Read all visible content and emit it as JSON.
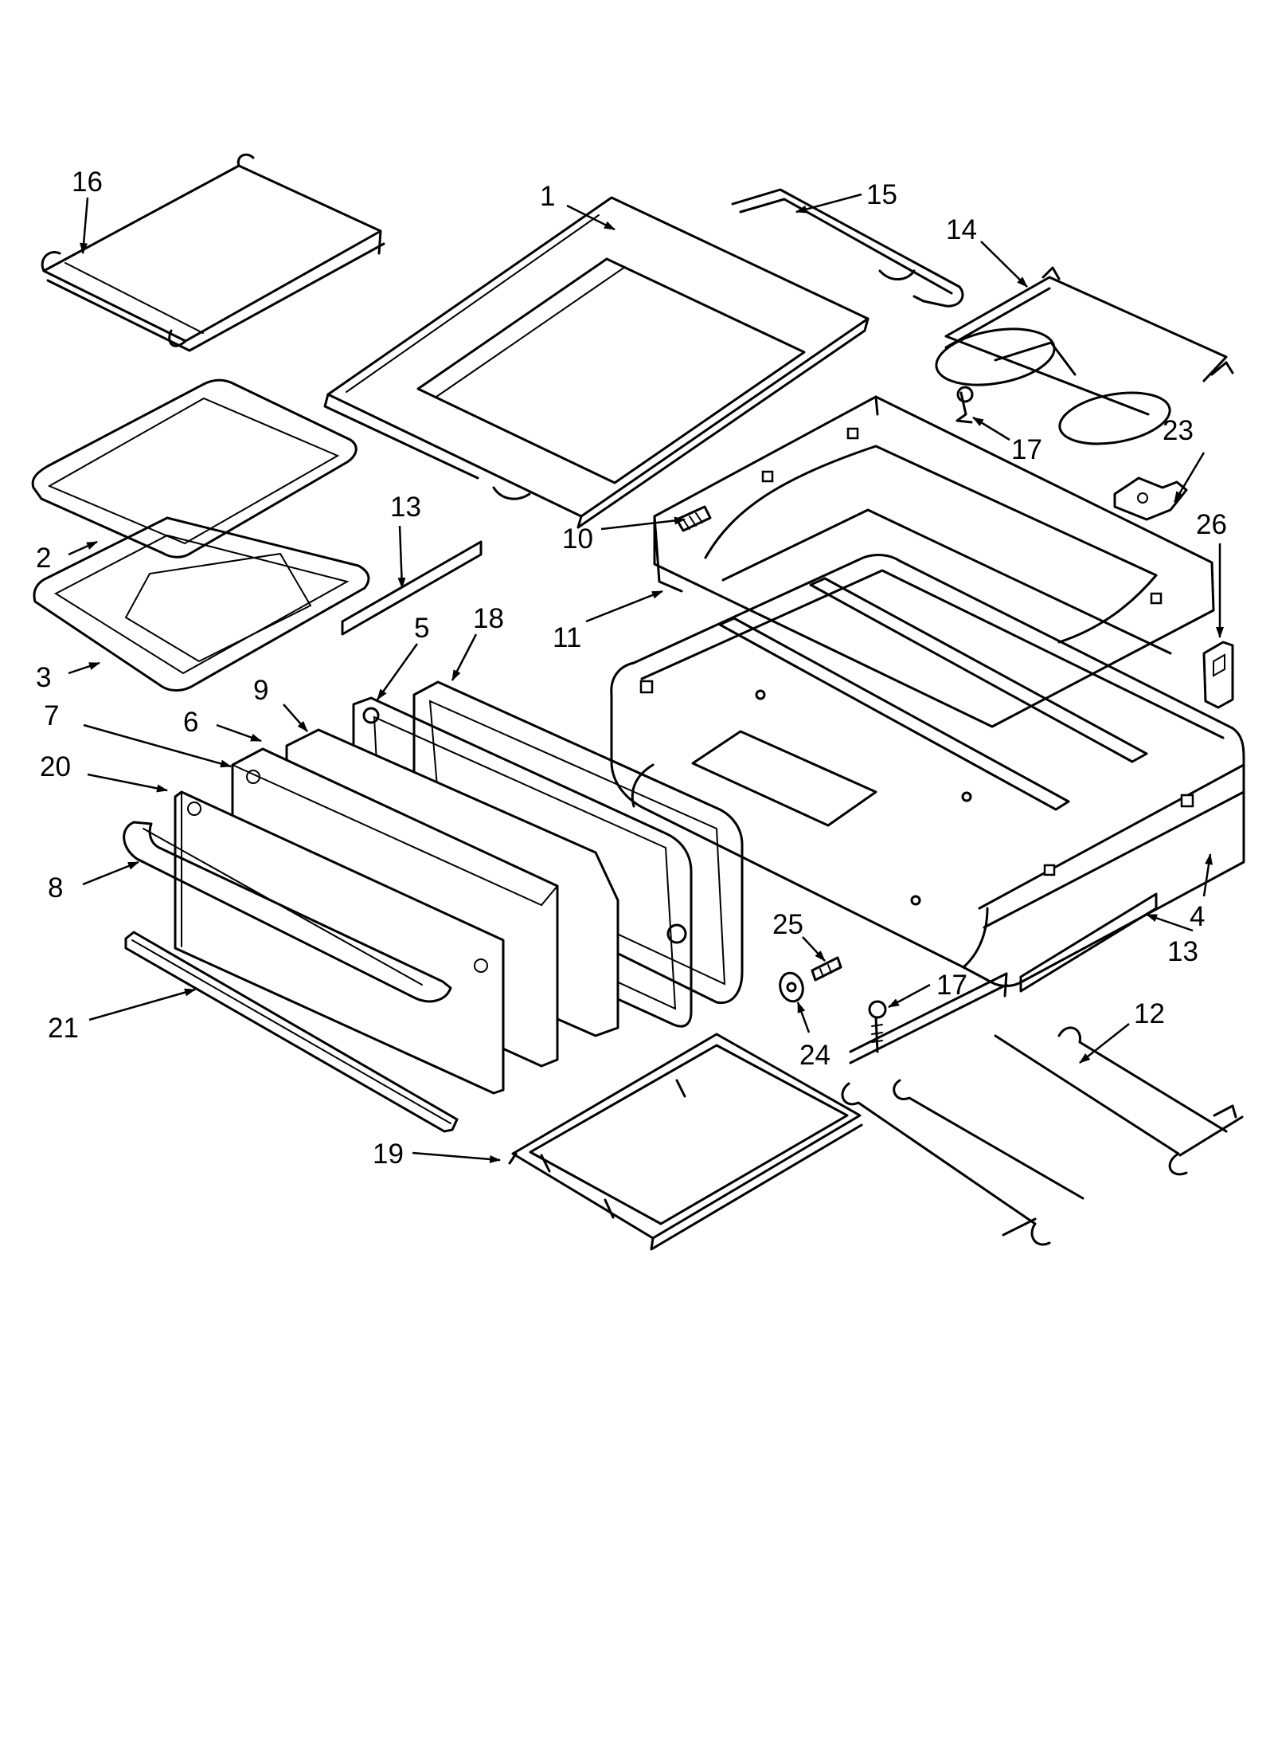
{
  "callouts": [
    {
      "id": "c1",
      "label": "1"
    },
    {
      "id": "c2",
      "label": "2"
    },
    {
      "id": "c3",
      "label": "3"
    },
    {
      "id": "c4",
      "label": "4"
    },
    {
      "id": "c5",
      "label": "5"
    },
    {
      "id": "c6",
      "label": "6"
    },
    {
      "id": "c7",
      "label": "7"
    },
    {
      "id": "c8",
      "label": "8"
    },
    {
      "id": "c9",
      "label": "9"
    },
    {
      "id": "c10",
      "label": "10"
    },
    {
      "id": "c11",
      "label": "11"
    },
    {
      "id": "c12",
      "label": "12"
    },
    {
      "id": "c13a",
      "label": "13"
    },
    {
      "id": "c13b",
      "label": "13"
    },
    {
      "id": "c14",
      "label": "14"
    },
    {
      "id": "c15",
      "label": "15"
    },
    {
      "id": "c16",
      "label": "16"
    },
    {
      "id": "c17a",
      "label": "17"
    },
    {
      "id": "c17b",
      "label": "17"
    },
    {
      "id": "c18",
      "label": "18"
    },
    {
      "id": "c19",
      "label": "19"
    },
    {
      "id": "c20",
      "label": "20"
    },
    {
      "id": "c21",
      "label": "21"
    },
    {
      "id": "c23",
      "label": "23"
    },
    {
      "id": "c24",
      "label": "24"
    },
    {
      "id": "c25",
      "label": "25"
    },
    {
      "id": "c26",
      "label": "26"
    }
  ]
}
